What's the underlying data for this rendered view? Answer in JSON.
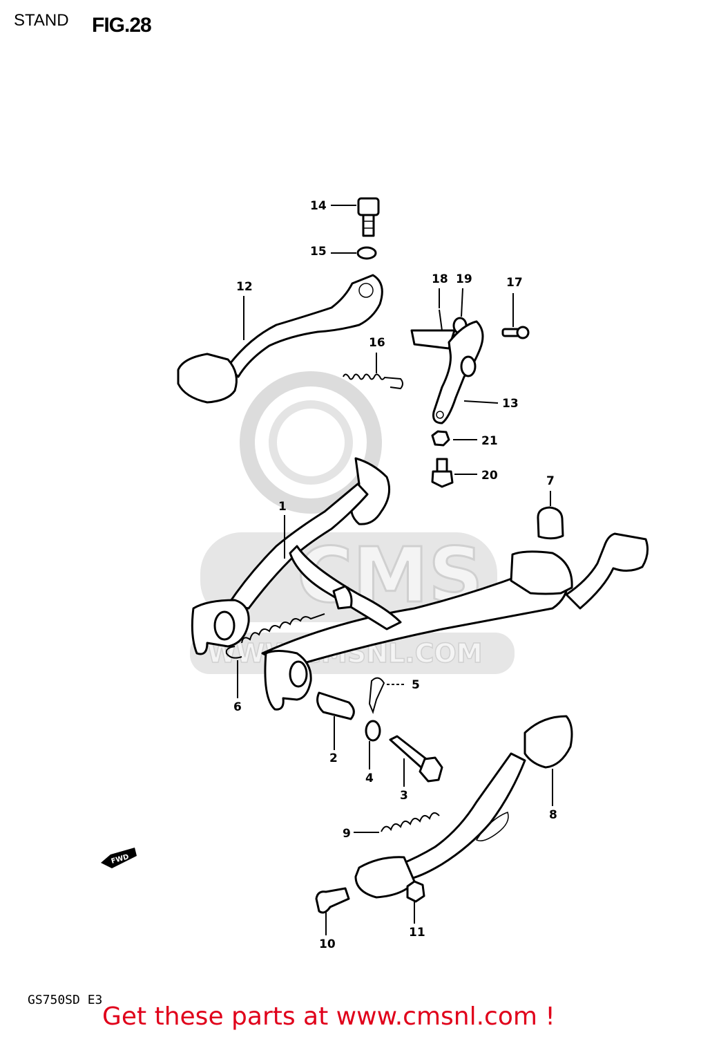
{
  "header": {
    "section_title": "STAND",
    "figure_label": "FIG.28"
  },
  "model_code": "GS750SD E3",
  "watermark": {
    "brand_text": "CMS",
    "site_text": "WWW.CMSNL.COM"
  },
  "callouts": [
    "1",
    "2",
    "3",
    "4",
    "5",
    "6",
    "7",
    "8",
    "9",
    "10",
    "11",
    "12",
    "13",
    "14",
    "15",
    "16",
    "17",
    "18",
    "19",
    "20",
    "21"
  ],
  "fwd_label": "FWD",
  "footer": {
    "cta": "Get these parts at www.cmsnl.com !"
  },
  "colors": {
    "cta": "#e0001a",
    "watermark": "#d9d9d9"
  }
}
